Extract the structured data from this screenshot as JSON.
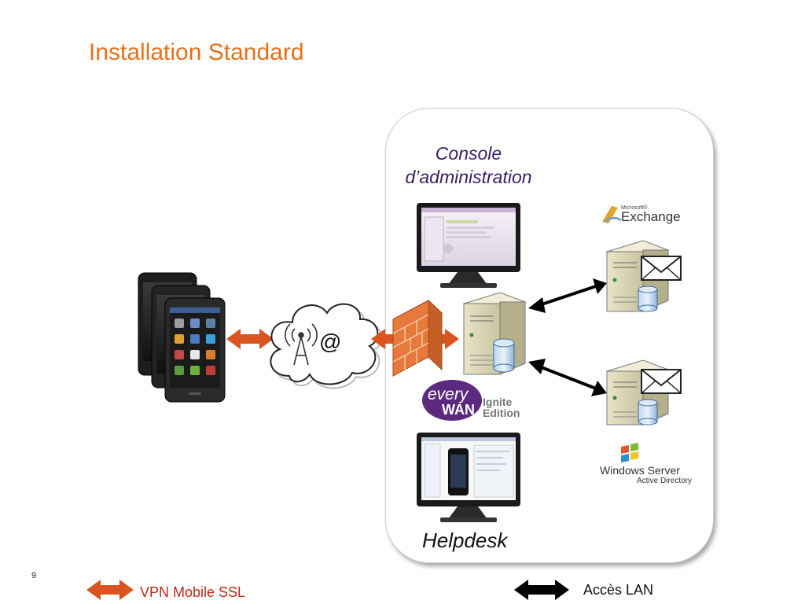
{
  "slide": {
    "title": "Installation Standard",
    "page_number": "9"
  },
  "diagram": {
    "console_label_line1": "Console",
    "console_label_line2": "d’administration",
    "helpdesk_label": "Helpdesk",
    "internet_symbol": "@",
    "logos": {
      "exchange_small": "Microsoft®",
      "exchange_main": "Exchange",
      "everywan_line1": "every",
      "everywan_line2": "WAN",
      "ignite_line1": "Ignite",
      "ignite_line2": "Edition",
      "windows_main": "Windows Server",
      "windows_sub": "Active Directory"
    }
  },
  "legend": {
    "vpn_label": "VPN Mobile SSL",
    "lan_label": "Accès LAN"
  },
  "colors": {
    "title": "#e8701a",
    "vpn_arrow": "#d9541e",
    "lan_arrow": "#000000",
    "console_text": "#3a1e66",
    "everywan_purple": "#5b2a7e",
    "firewall_orange": "#e67a3c"
  }
}
